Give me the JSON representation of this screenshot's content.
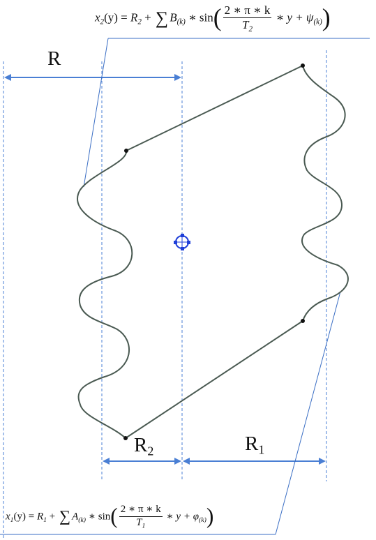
{
  "labels": {
    "R": "R",
    "R2_base": "R",
    "R2_sub": "2",
    "R1_base": "R",
    "R1_sub": "1"
  },
  "formula_top": {
    "lhs": "x",
    "lhs_sub": "2",
    "lhs_arg": "(y) = ",
    "R": "R",
    "R_sub": "2",
    "plus": " + ",
    "sum": "∑",
    "coef": "B",
    "coef_sub": "(k)",
    "mul": " ∗ sin",
    "num": "2 ∗ π ∗ k",
    "den": "T",
    "den_sub": "2",
    "rest": " ∗ y + ψ",
    "rest_sub": "(k)"
  },
  "formula_bottom": {
    "lhs": "x",
    "lhs_sub": "1",
    "lhs_arg": "(y) = ",
    "R": "R",
    "R_sub": "1",
    "plus": " + ",
    "sum": "∑",
    "coef": "A",
    "coef_sub": "(k)",
    "mul": " ∗ sin",
    "num": "2 ∗ π ∗ k",
    "den": "T",
    "den_sub": "1",
    "rest": " ∗ y + φ",
    "rest_sub": "(k)"
  },
  "colors": {
    "guide": "#4a7fd4",
    "arrow": "#4a7fd4",
    "leader": "#3a6ec4",
    "curve": "#4a5a52",
    "handle": "#1f3fd8"
  }
}
